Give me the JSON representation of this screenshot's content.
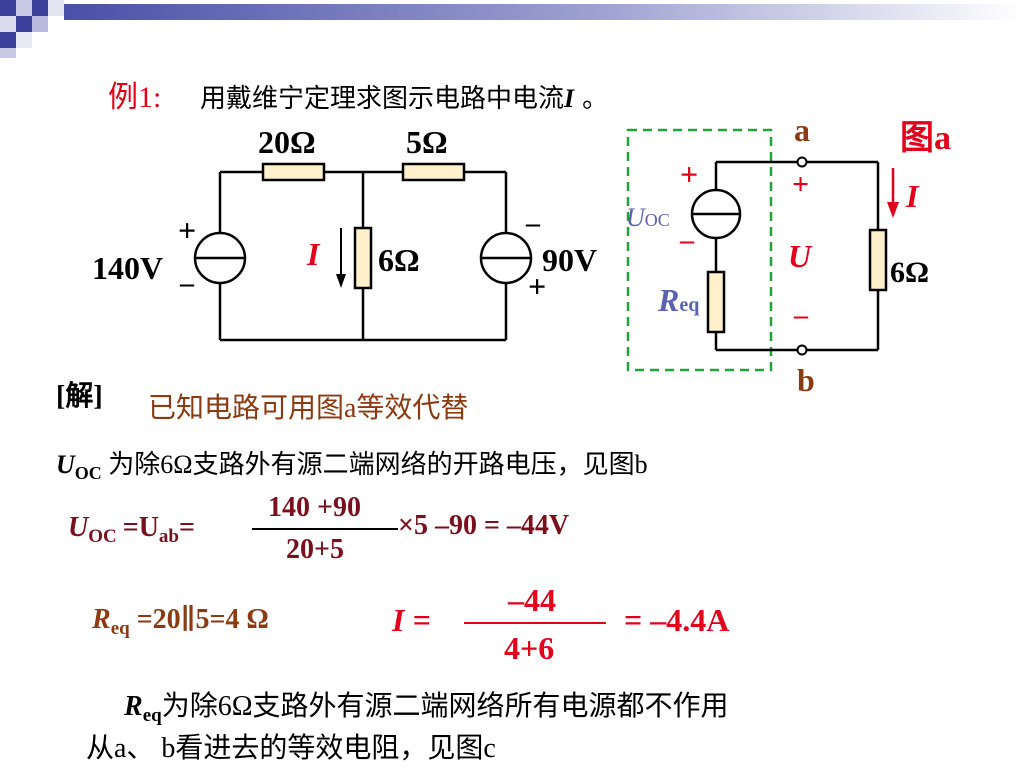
{
  "colors": {
    "red": "#e2001a",
    "magenta": "#d6006e",
    "brown": "#8b3a12",
    "darkred": "#7a0f1e",
    "blue_accent": "#5b63b0",
    "green_dash": "#21a33a",
    "black": "#000000"
  },
  "header": {
    "example_label": "例1:",
    "problem_text": "用戴维宁定理求图示电路中电流",
    "current_symbol": "I",
    "period": "。"
  },
  "circuit1": {
    "r1_label": "20Ω",
    "r2_label": "5Ω",
    "r3_label": "6Ω",
    "source1_label": "140V",
    "source2_label": "90V",
    "current_label": "I",
    "plus": "+",
    "minus": "–"
  },
  "circuit2": {
    "figure_label": "图a",
    "node_a": "a",
    "node_b": "b",
    "uoc_main": "U",
    "uoc_sub": "OC",
    "req_main": "R",
    "req_sub": "eq",
    "u_label": "U",
    "i_label": "I",
    "r_label": "6Ω",
    "plus": "+",
    "minus": "–"
  },
  "solution": {
    "tag": "[解]",
    "line1": "已知电路可用图a等效代替",
    "line2_sym": "U",
    "line2_sub": "OC",
    "line2_text": "为除6Ω支路外有源二端网络的开路电压，见图b",
    "eq1_lhs_main1": "U",
    "eq1_lhs_sub1": "OC",
    "eq1_lhs_mid": "=U",
    "eq1_lhs_sub2": "ab",
    "eq1_lhs_eq": "=",
    "eq1_num": "140 +90",
    "eq1_den": "20+5",
    "eq1_tail": "×5 –90 = –44V",
    "eq2_main": "R",
    "eq2_sub": "eq",
    "eq2_text": "=20∥5=4 Ω",
    "eq3_lhs": "I =",
    "eq3_num": "–44",
    "eq3_den": "4+6",
    "eq3_tail": "= –4.4A",
    "line3_main": "R",
    "line3_sub": "eq",
    "line3_text": "为除6Ω支路外有源二端网络所有电源都不作用",
    "line4_text": "从a、 b看进去的等效电阻，见图c"
  }
}
